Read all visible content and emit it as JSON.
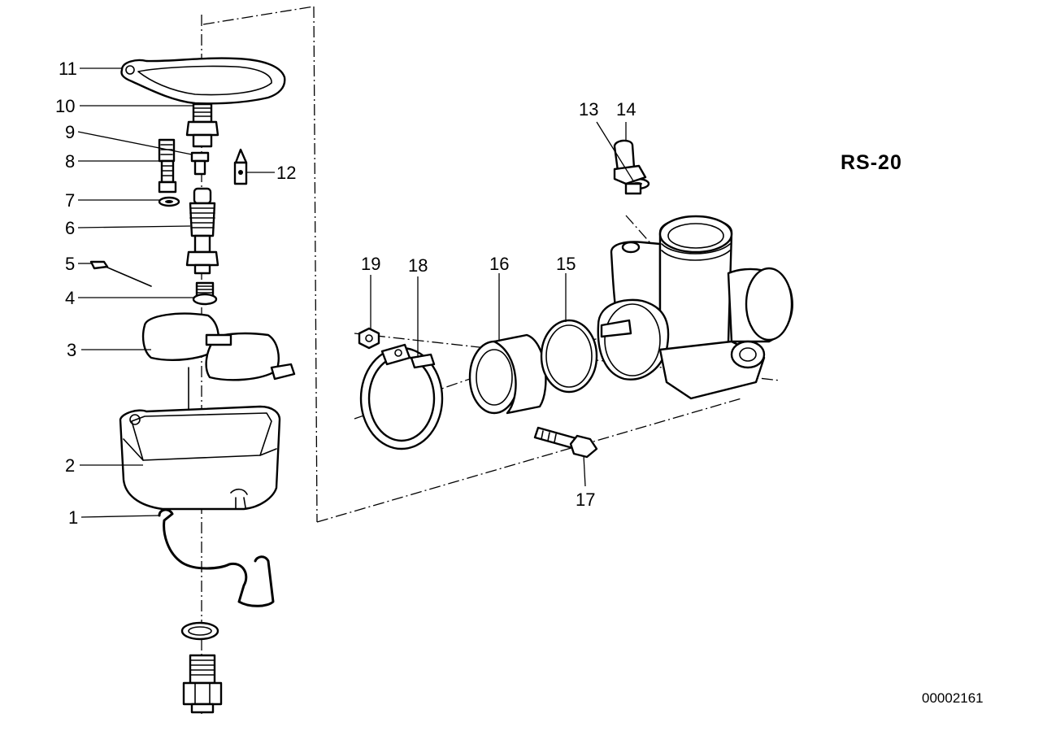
{
  "diagram": {
    "title": "RS-20",
    "reference": "00002161",
    "callouts": [
      "1",
      "2",
      "3",
      "4",
      "5",
      "6",
      "7",
      "8",
      "9",
      "10",
      "11",
      "12",
      "13",
      "14",
      "15",
      "16",
      "17",
      "18",
      "19"
    ]
  }
}
